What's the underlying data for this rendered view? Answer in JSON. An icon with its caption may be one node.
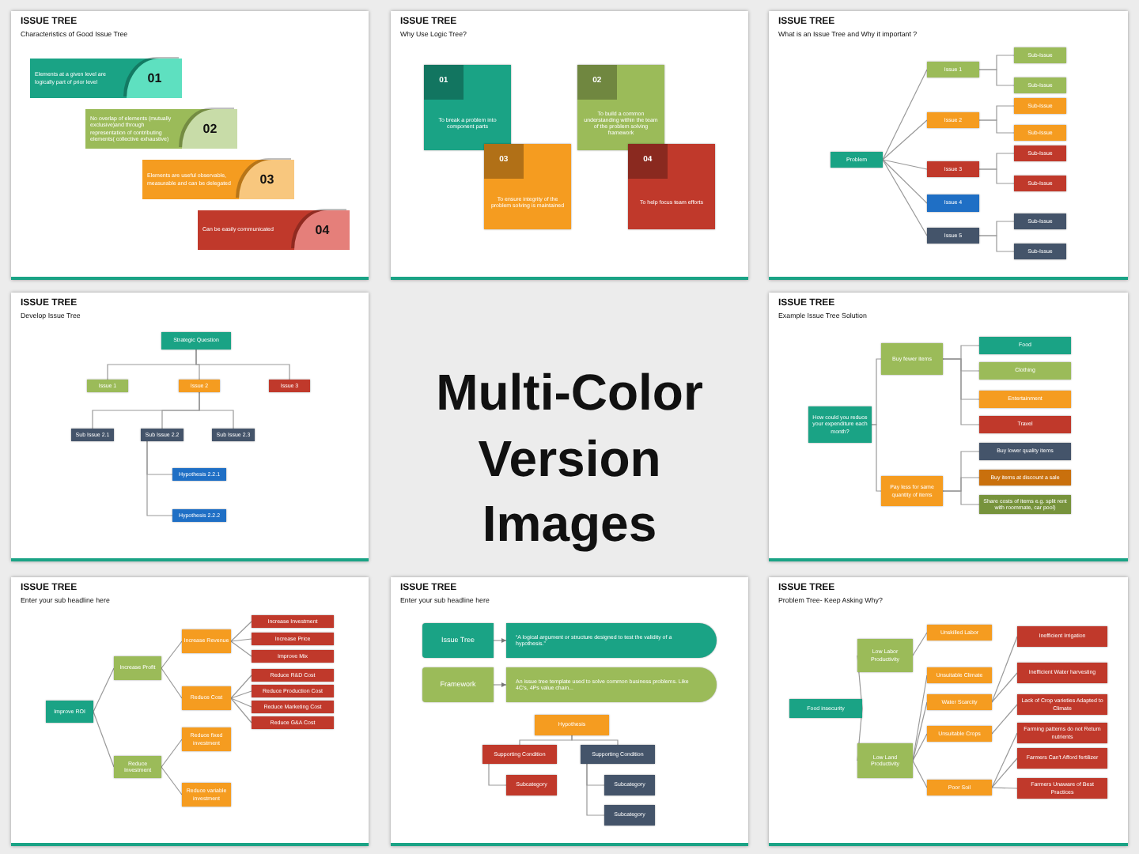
{
  "diagram": {
    "title": "Multi-Color Version Images",
    "nodes": [
      {
        "text": [
          "ISSUE TREE",
          "Characteristics of Good Issue Tree"
        ]
      },
      {
        "text": [
          "Elements at a given level are logically part of prior level",
          "01"
        ],
        "in": 0
      },
      {
        "text": [
          "No overlap of elements (mutually exclusive)and through representation of contributing elements( collective exhaustive)",
          "02"
        ],
        "in": 0
      },
      {
        "text": [
          "Elements are useful observable, measurable and can be delegated",
          "03"
        ],
        "in": 0
      },
      {
        "text": [
          "Can be easily communicated",
          "04"
        ],
        "in": 0
      },
      {
        "text": [
          "ISSUE TREE",
          "Why Use Logic Tree?"
        ]
      },
      {
        "text": [
          "01",
          "To break a problem into component parts"
        ],
        "in": 5
      },
      {
        "text": [
          "02",
          "To build a common understanding within the team of the problem solving framework"
        ],
        "in": 5
      },
      {
        "text": [
          "03",
          "To ensure integrity of the problem solving is maintained"
        ],
        "in": 5
      },
      {
        "text": [
          "04",
          "To help focus team efforts"
        ],
        "in": 5
      },
      {
        "text": [
          "ISSUE TREE",
          "What is an Issue Tree and Why it important ?"
        ]
      },
      {
        "text": [
          "Problem"
        ],
        "in": 10
      },
      {
        "text": [
          "Issue 1"
        ],
        "in": 10
      },
      {
        "text": [
          "Issue 2"
        ],
        "in": 10
      },
      {
        "text": [
          "Issue 3"
        ],
        "in": 10
      },
      {
        "text": [
          "Issue 4"
        ],
        "in": 10
      },
      {
        "text": [
          "Issue 5"
        ],
        "in": 10
      },
      {
        "text": [
          "Sub-Issue"
        ],
        "in": 10
      },
      {
        "text": [
          "Sub-Issue"
        ],
        "in": 10
      },
      {
        "text": [
          "Sub-Issue"
        ],
        "in": 10
      },
      {
        "text": [
          "Sub-Issue"
        ],
        "in": 10
      },
      {
        "text": [
          "Sub-Issue"
        ],
        "in": 10
      },
      {
        "text": [
          "Sub-Issue"
        ],
        "in": 10
      },
      {
        "text": [
          "Sub-Issue"
        ],
        "in": 10
      },
      {
        "text": [
          "Sub-Issue"
        ],
        "in": 10
      },
      {
        "text": [
          "ISSUE TREE",
          "Develop Issue Tree"
        ]
      },
      {
        "text": [
          "Strategic Question"
        ],
        "in": 25
      },
      {
        "text": [
          "Issue 1"
        ],
        "in": 25
      },
      {
        "text": [
          "Issue 2"
        ],
        "in": 25
      },
      {
        "text": [
          "Issue 3"
        ],
        "in": 25
      },
      {
        "text": [
          "Sub Issue 2.1"
        ],
        "in": 25
      },
      {
        "text": [
          "Sub Issue 2.2"
        ],
        "in": 25
      },
      {
        "text": [
          "Sub Issue 2.3"
        ],
        "in": 25
      },
      {
        "text": [
          "Hypothesis 2.2.1"
        ],
        "in": 25
      },
      {
        "text": [
          "Hypothesis 2.2.2"
        ],
        "in": 25
      },
      {
        "text": [
          "ISSUE TREE",
          "Example Issue Tree Solution"
        ]
      },
      {
        "text": [
          "How could you reduce your expenditure each month?"
        ],
        "in": 35
      },
      {
        "text": [
          "Buy fewer items"
        ],
        "in": 35
      },
      {
        "text": [
          "Pay less for same quantity of items"
        ],
        "in": 35
      },
      {
        "text": [
          "Food"
        ],
        "in": 35
      },
      {
        "text": [
          "Clothing"
        ],
        "in": 35
      },
      {
        "text": [
          "Entertainment"
        ],
        "in": 35
      },
      {
        "text": [
          "Travel"
        ],
        "in": 35
      },
      {
        "text": [
          "Buy lower quality items"
        ],
        "in": 35
      },
      {
        "text": [
          "Buy items at discount a sale"
        ],
        "in": 35
      },
      {
        "text": [
          "Share costs of items e.g. split rent with roommate, car pool)"
        ],
        "in": 35
      },
      {
        "text": [
          "ISSUE TREE",
          "Enter your sub headline here"
        ]
      },
      {
        "text": [
          "Improve ROI"
        ],
        "in": 46
      },
      {
        "text": [
          "Increase Profit"
        ],
        "in": 46
      },
      {
        "text": [
          "Reduce Investment"
        ],
        "in": 46
      },
      {
        "text": [
          "Increase Revenue"
        ],
        "in": 46
      },
      {
        "text": [
          "Reduce Cost"
        ],
        "in": 46
      },
      {
        "text": [
          "Reduce fixed investment"
        ],
        "in": 46
      },
      {
        "text": [
          "Reduce variable investment"
        ],
        "in": 46
      },
      {
        "text": [
          "Increase Investment"
        ],
        "in": 46
      },
      {
        "text": [
          "Increase Price"
        ],
        "in": 46
      },
      {
        "text": [
          "Improve Mix"
        ],
        "in": 46
      },
      {
        "text": [
          "Reduce R&D Cost"
        ],
        "in": 46
      },
      {
        "text": [
          "Reduce Production Cost"
        ],
        "in": 46
      },
      {
        "text": [
          "Reduce Marketing Cost"
        ],
        "in": 46
      },
      {
        "text": [
          "Reduce G&A Cost"
        ],
        "in": 46
      },
      {
        "text": [
          "ISSUE TREE",
          "Enter your sub headline here"
        ]
      },
      {
        "text": [
          "Issue Tree"
        ],
        "in": 61
      },
      {
        "text": [
          "“A logical argument or structure designed to test the validity of a hypothesis.”"
        ],
        "in": 61
      },
      {
        "text": [
          "Framework"
        ],
        "in": 61
      },
      {
        "text": [
          "An issue tree template used to solve common business problems. Like 4C's, 4Ps value chain..."
        ],
        "in": 61
      },
      {
        "text": [
          "Hypothesis"
        ],
        "in": 61
      },
      {
        "text": [
          "Supporting Condition"
        ],
        "in": 61
      },
      {
        "text": [
          "Supporting Condition"
        ],
        "in": 61
      },
      {
        "text": [
          "Subcategory"
        ],
        "in": 61
      },
      {
        "text": [
          "Subcategory"
        ],
        "in": 61
      },
      {
        "text": [
          "Subcategory"
        ],
        "in": 61
      },
      {
        "text": [
          "ISSUE TREE",
          "Problem Tree- Keep Asking Why?"
        ]
      },
      {
        "text": [
          "Food insecurity"
        ],
        "in": 72
      },
      {
        "text": [
          "Low Labor Productivity"
        ],
        "in": 72
      },
      {
        "text": [
          "Low Land Productivity"
        ],
        "in": 72
      },
      {
        "text": [
          "Unskilled Labor"
        ],
        "in": 72
      },
      {
        "text": [
          "Unsuitable Climate"
        ],
        "in": 72
      },
      {
        "text": [
          "Water Scarcity"
        ],
        "in": 72
      },
      {
        "text": [
          "Unsuitable Crops"
        ],
        "in": 72
      },
      {
        "text": [
          "Poor Soil"
        ],
        "in": 72
      },
      {
        "text": [
          "Inefficient Irrigation"
        ],
        "in": 72
      },
      {
        "text": [
          "Inefficient Water harvesting"
        ],
        "in": 72
      },
      {
        "text": [
          "Lack of Crop varieties Adapted to Climate"
        ],
        "in": 72
      },
      {
        "text": [
          "Farming patterns do not Return nutrients"
        ],
        "in": 72
      },
      {
        "text": [
          "Farmers Can't Afford fertilizer"
        ],
        "in": 72
      },
      {
        "text": [
          "Farmers Unaware of Best Practices"
        ],
        "in": 72
      }
    ],
    "edges": [
      {
        "from": 11,
        "to": 12,
        "arrow": "none"
      },
      {
        "from": 11,
        "to": 13,
        "arrow": "none"
      },
      {
        "from": 11,
        "to": 14,
        "arrow": "none"
      },
      {
        "from": 11,
        "to": 15,
        "arrow": "none"
      },
      {
        "from": 11,
        "to": 16,
        "arrow": "none"
      },
      {
        "from": 12,
        "to": 17,
        "arrow": "none"
      },
      {
        "from": 12,
        "to": 18,
        "arrow": "none"
      },
      {
        "from": 13,
        "to": 19,
        "arrow": "none"
      },
      {
        "from": 13,
        "to": 20,
        "arrow": "none"
      },
      {
        "from": 14,
        "to": 21,
        "arrow": "none"
      },
      {
        "from": 14,
        "to": 22,
        "arrow": "none"
      },
      {
        "from": 16,
        "to": 23,
        "arrow": "none"
      },
      {
        "from": 16,
        "to": 24,
        "arrow": "none"
      },
      {
        "from": 26,
        "to": 27,
        "arrow": "none"
      },
      {
        "from": 26,
        "to": 28,
        "arrow": "none"
      },
      {
        "from": 26,
        "to": 29,
        "arrow": "none"
      },
      {
        "from": 28,
        "to": 30,
        "arrow": "none"
      },
      {
        "from": 28,
        "to": 31,
        "arrow": "none"
      },
      {
        "from": 28,
        "to": 32,
        "arrow": "none"
      },
      {
        "from": 31,
        "to": 33,
        "arrow": "none"
      },
      {
        "from": 31,
        "to": 34,
        "arrow": "none"
      },
      {
        "from": 36,
        "to": 37,
        "arrow": "none"
      },
      {
        "from": 36,
        "to": 38,
        "arrow": "none"
      },
      {
        "from": 37,
        "to": 39,
        "arrow": "none"
      },
      {
        "from": 37,
        "to": 40,
        "arrow": "none"
      },
      {
        "from": 37,
        "to": 41,
        "arrow": "none"
      },
      {
        "from": 37,
        "to": 42,
        "arrow": "none"
      },
      {
        "from": 38,
        "to": 43,
        "arrow": "none"
      },
      {
        "from": 38,
        "to": 44,
        "arrow": "none"
      },
      {
        "from": 38,
        "to": 45,
        "arrow": "none"
      },
      {
        "from": 47,
        "to": 48,
        "arrow": "none"
      },
      {
        "from": 47,
        "to": 49,
        "arrow": "none"
      },
      {
        "from": 48,
        "to": 50,
        "arrow": "none"
      },
      {
        "from": 48,
        "to": 51,
        "arrow": "none"
      },
      {
        "from": 49,
        "to": 52,
        "arrow": "none"
      },
      {
        "from": 49,
        "to": 53,
        "arrow": "none"
      },
      {
        "from": 50,
        "to": 54,
        "arrow": "none"
      },
      {
        "from": 50,
        "to": 55,
        "arrow": "none"
      },
      {
        "from": 50,
        "to": 56,
        "arrow": "none"
      },
      {
        "from": 51,
        "to": 57,
        "arrow": "none"
      },
      {
        "from": 51,
        "to": 58,
        "arrow": "none"
      },
      {
        "from": 51,
        "to": 59,
        "arrow": "none"
      },
      {
        "from": 51,
        "to": 60,
        "arrow": "none"
      },
      {
        "from": 62,
        "to": 63,
        "arrow": "to"
      },
      {
        "from": 64,
        "to": 65,
        "arrow": "to"
      },
      {
        "from": 66,
        "to": 67,
        "arrow": "none"
      },
      {
        "from": 66,
        "to": 68,
        "arrow": "none"
      },
      {
        "from": 67,
        "to": 69,
        "arrow": "none"
      },
      {
        "from": 68,
        "to": 70,
        "arrow": "none"
      },
      {
        "from": 68,
        "to": 71,
        "arrow": "none"
      },
      {
        "from": 73,
        "to": 74,
        "arrow": "none"
      },
      {
        "from": 73,
        "to": 75,
        "arrow": "none"
      },
      {
        "from": 74,
        "to": 76,
        "arrow": "none"
      },
      {
        "from": 75,
        "to": 77,
        "arrow": "none"
      },
      {
        "from": 75,
        "to": 78,
        "arrow": "none"
      },
      {
        "from": 75,
        "to": 79,
        "arrow": "none"
      },
      {
        "from": 75,
        "to": 80,
        "arrow": "none"
      },
      {
        "from": 78,
        "to": 81,
        "arrow": "none"
      },
      {
        "from": 78,
        "to": 82,
        "arrow": "none"
      },
      {
        "from": 79,
        "to": 83,
        "arrow": "none"
      },
      {
        "from": 80,
        "to": 84,
        "arrow": "none"
      },
      {
        "from": 80,
        "to": 85,
        "arrow": "none"
      },
      {
        "from": 80,
        "to": 86,
        "arrow": "none"
      }
    ]
  }
}
